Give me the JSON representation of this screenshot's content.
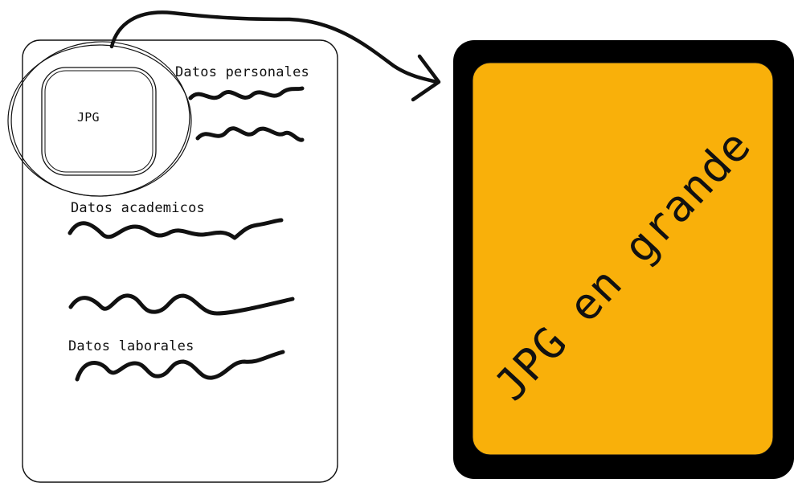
{
  "card": {
    "photo_label": "JPG",
    "sections": [
      {
        "label": "Datos personales"
      },
      {
        "label": "Datos academicos"
      },
      {
        "label": "Datos laborales"
      }
    ]
  },
  "preview": {
    "label": "JPG en grande",
    "fill_color": "#F9B00A",
    "frame_color": "#000000"
  }
}
